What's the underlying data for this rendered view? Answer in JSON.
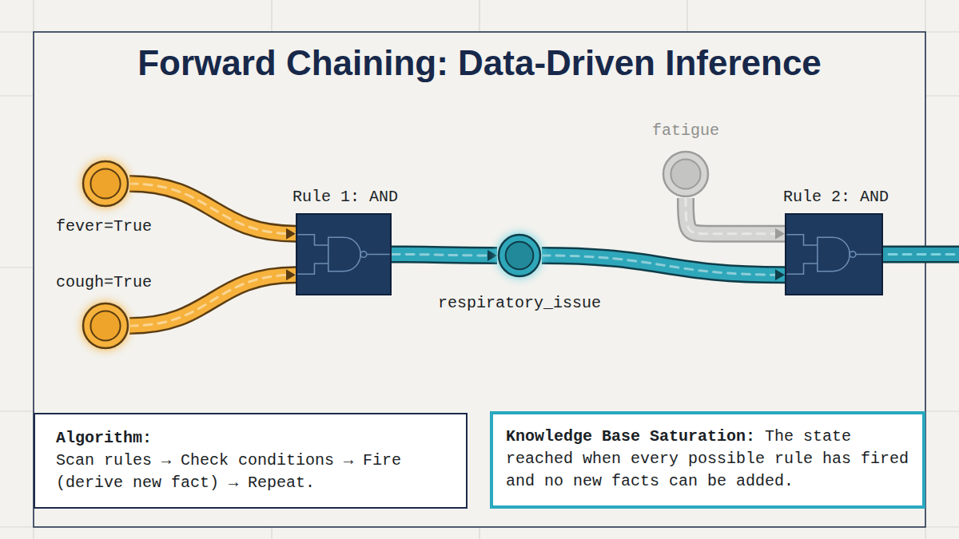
{
  "diagram": {
    "title": "Forward Chaining: Data-Driven Inference",
    "nodes": [
      {
        "text": [
          "fever=True"
        ]
      },
      {
        "text": [
          "cough=True"
        ]
      },
      {
        "text": [
          "Rule 1: AND"
        ]
      },
      {
        "text": [
          "respiratory_issue"
        ]
      },
      {
        "text": [
          "fatigue"
        ]
      },
      {
        "text": [
          "Rule 2: AND"
        ]
      },
      {
        "text": [
          "Algorithm:",
          "Scan rules → Check conditions → Fire (derive new fact) → Repeat."
        ]
      },
      {
        "text": [
          "Knowledge Base Saturation:",
          "The state reached when every possible rule has fired and no new facts can be added."
        ]
      }
    ],
    "edges": [
      {
        "from": 0,
        "to": 2,
        "arrow": "to"
      },
      {
        "from": 1,
        "to": 2,
        "arrow": "to"
      },
      {
        "from": 2,
        "to": 3,
        "arrow": "to"
      },
      {
        "from": 3,
        "to": 5,
        "arrow": "to"
      },
      {
        "from": 4,
        "to": 5,
        "arrow": "to"
      }
    ]
  }
}
